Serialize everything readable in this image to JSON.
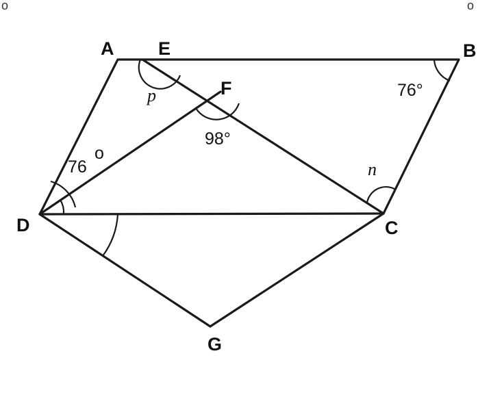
{
  "points": {
    "A": "A",
    "E": "E",
    "B": "B",
    "F": "F",
    "D": "D",
    "C": "C",
    "G": "G"
  },
  "angles": {
    "at_B": "76°",
    "at_F": "98°",
    "at_D": "76",
    "at_D_degree": "o",
    "at_E": "p",
    "at_C": "n"
  },
  "corner_marks": {
    "top_left": "o",
    "top_right": "o"
  }
}
